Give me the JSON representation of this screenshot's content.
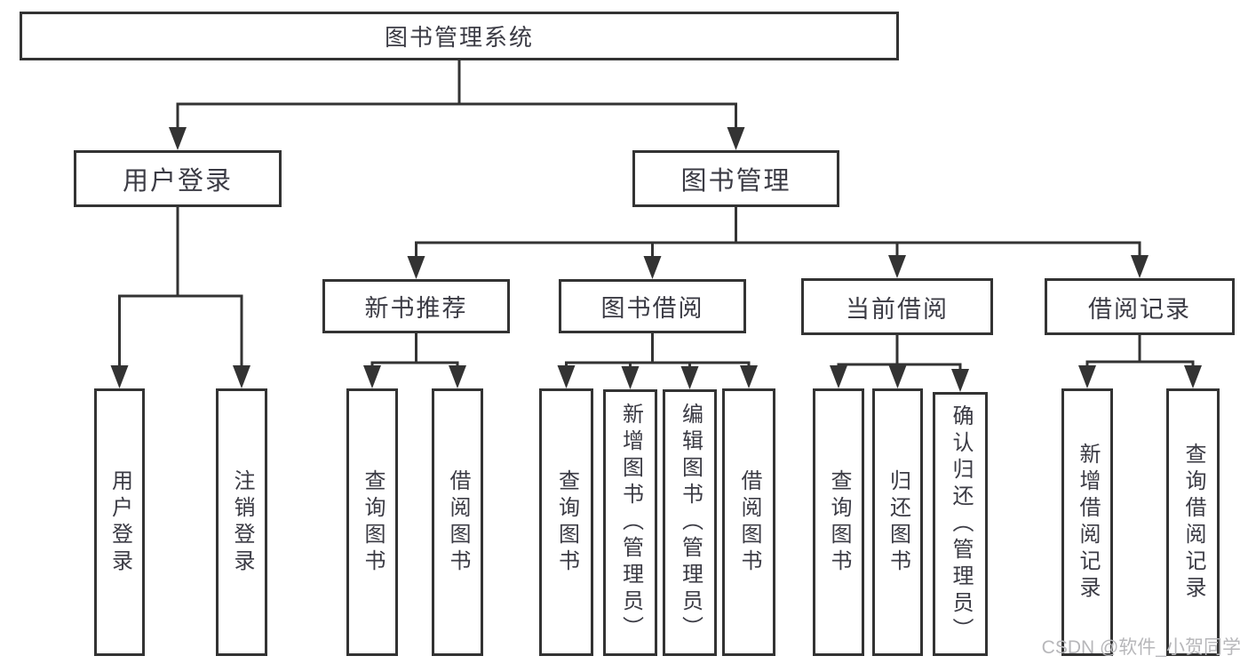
{
  "diagram": {
    "type": "hierarchy-tree",
    "title": "图书管理系统",
    "nodes": [
      {
        "id": "root",
        "label": "图书管理系统",
        "parent": null,
        "orientation": "horizontal"
      },
      {
        "id": "user-login",
        "label": "用户登录",
        "parent": "root",
        "orientation": "horizontal"
      },
      {
        "id": "book-mgmt",
        "label": "图书管理",
        "parent": "root",
        "orientation": "horizontal"
      },
      {
        "id": "new-rec",
        "label": "新书推荐",
        "parent": "book-mgmt",
        "orientation": "horizontal"
      },
      {
        "id": "book-borrow",
        "label": "图书借阅",
        "parent": "book-mgmt",
        "orientation": "horizontal"
      },
      {
        "id": "cur-borrow",
        "label": "当前借阅",
        "parent": "book-mgmt",
        "orientation": "horizontal"
      },
      {
        "id": "borrow-rec",
        "label": "借阅记录",
        "parent": "book-mgmt",
        "orientation": "horizontal"
      },
      {
        "id": "vl-user-login",
        "label": "用户登录",
        "parent": "user-login",
        "orientation": "vertical"
      },
      {
        "id": "vl-logout",
        "label": "注销登录",
        "parent": "user-login",
        "orientation": "vertical"
      },
      {
        "id": "nr-query",
        "label": "查询图书",
        "parent": "new-rec",
        "orientation": "vertical"
      },
      {
        "id": "nr-borrow",
        "label": "借阅图书",
        "parent": "new-rec",
        "orientation": "vertical"
      },
      {
        "id": "bb-query",
        "label": "查询图书",
        "parent": "book-borrow",
        "orientation": "vertical"
      },
      {
        "id": "bb-add",
        "label": "新增图书（管理员）",
        "parent": "book-borrow",
        "orientation": "vertical"
      },
      {
        "id": "bb-edit",
        "label": "编辑图书（管理员）",
        "parent": "book-borrow",
        "orientation": "vertical"
      },
      {
        "id": "bb-borrow",
        "label": "借阅图书",
        "parent": "book-borrow",
        "orientation": "vertical"
      },
      {
        "id": "cb-query",
        "label": "查询图书",
        "parent": "cur-borrow",
        "orientation": "vertical"
      },
      {
        "id": "cb-return",
        "label": "归还图书",
        "parent": "cur-borrow",
        "orientation": "vertical"
      },
      {
        "id": "cb-confirm",
        "label": "确认归还（管理员）",
        "parent": "cur-borrow",
        "orientation": "vertical"
      },
      {
        "id": "br-add",
        "label": "新增借阅记录",
        "parent": "borrow-rec",
        "orientation": "vertical"
      },
      {
        "id": "br-query",
        "label": "查询借阅记录",
        "parent": "borrow-rec",
        "orientation": "vertical"
      }
    ]
  },
  "watermark": {
    "text": "CSDN @软件_小贺同学"
  },
  "colors": {
    "line": "#333333",
    "box_border": "#333333",
    "text": "#3b3b44",
    "watermark": "#b7b7ba",
    "background": "#ffffff"
  }
}
